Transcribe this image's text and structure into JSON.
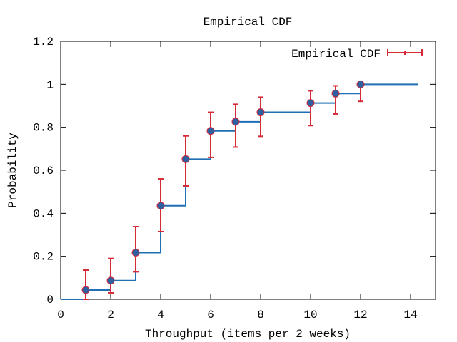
{
  "chart_data": {
    "type": "line",
    "title": "Empirical CDF",
    "xlabel": "Throughput (items per 2 weeks)",
    "ylabel": "Probability",
    "xlim": [
      0,
      15
    ],
    "ylim": [
      0,
      1.2
    ],
    "xticks": [
      0,
      2,
      4,
      6,
      8,
      10,
      12,
      14
    ],
    "yticks": [
      0,
      0.2,
      0.4,
      0.6,
      0.8,
      1,
      1.2
    ],
    "ytick_labels": [
      "0",
      "0.2",
      "0.4",
      "0.6",
      "0.8",
      "1",
      "1.2"
    ],
    "grid": false,
    "legend": {
      "placement": "top-right",
      "label": "Empirical CDF"
    },
    "step_line": {
      "x_start": 0,
      "x_end": 14.3,
      "color": "#1f6fb4"
    },
    "series": [
      {
        "name": "Empirical CDF",
        "color": "#d62b36",
        "marker_color": "#2e5fa0",
        "points": [
          {
            "x": 1,
            "y": 0.043,
            "ylow": 0.0,
            "yhigh": 0.136
          },
          {
            "x": 2,
            "y": 0.087,
            "ylow": 0.03,
            "yhigh": 0.19
          },
          {
            "x": 3,
            "y": 0.217,
            "ylow": 0.128,
            "yhigh": 0.338
          },
          {
            "x": 4,
            "y": 0.435,
            "ylow": 0.315,
            "yhigh": 0.56
          },
          {
            "x": 5,
            "y": 0.652,
            "ylow": 0.527,
            "yhigh": 0.76
          },
          {
            "x": 6,
            "y": 0.783,
            "ylow": 0.66,
            "yhigh": 0.87
          },
          {
            "x": 7,
            "y": 0.826,
            "ylow": 0.708,
            "yhigh": 0.907
          },
          {
            "x": 8,
            "y": 0.87,
            "ylow": 0.758,
            "yhigh": 0.94
          },
          {
            "x": 10,
            "y": 0.913,
            "ylow": 0.808,
            "yhigh": 0.97
          },
          {
            "x": 11,
            "y": 0.957,
            "ylow": 0.862,
            "yhigh": 0.993
          },
          {
            "x": 12,
            "y": 1.0,
            "ylow": 0.921,
            "yhigh": 1.0
          }
        ]
      }
    ]
  }
}
